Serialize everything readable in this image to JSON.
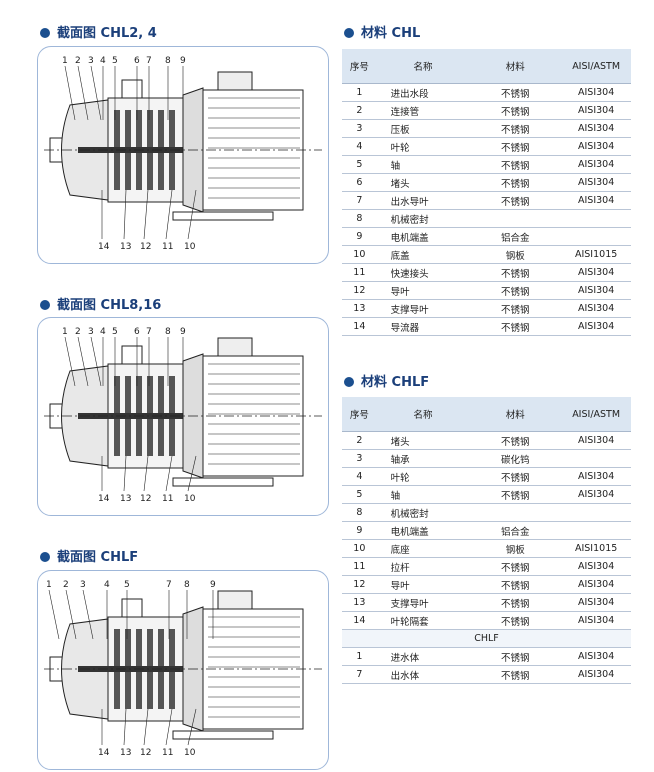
{
  "figures": [
    {
      "title": "截面图 CHL2, 4",
      "callouts": [
        "1",
        "2",
        "3",
        "4",
        "5",
        "6",
        "7",
        "8",
        "9",
        "10",
        "11",
        "12",
        "13",
        "14"
      ]
    },
    {
      "title": "截面图 CHL8,16",
      "callouts": [
        "1",
        "2",
        "3",
        "4",
        "5",
        "6",
        "7",
        "8",
        "9",
        "10",
        "11",
        "12",
        "13",
        "14"
      ]
    },
    {
      "title": "截面图 CHLF",
      "callouts": [
        "1",
        "2",
        "3",
        "4",
        "5",
        "7",
        "8",
        "9",
        "10",
        "11",
        "12",
        "13",
        "14"
      ]
    }
  ],
  "tables": {
    "chl": {
      "title": "材料 CHL",
      "headers": [
        "序号",
        "名称",
        "材料",
        "AISI/ASTM"
      ],
      "rows": [
        [
          "1",
          "进出水段",
          "不锈钢",
          "AISI304"
        ],
        [
          "2",
          "连接管",
          "不锈钢",
          "AISI304"
        ],
        [
          "3",
          "压板",
          "不锈钢",
          "AISI304"
        ],
        [
          "4",
          "叶轮",
          "不锈钢",
          "AISI304"
        ],
        [
          "5",
          "轴",
          "不锈钢",
          "AISI304"
        ],
        [
          "6",
          "堵头",
          "不锈钢",
          "AISI304"
        ],
        [
          "7",
          "出水导叶",
          "不锈钢",
          "AISI304"
        ],
        [
          "8",
          "机械密封",
          "",
          ""
        ],
        [
          "9",
          "电机端盖",
          "铝合金",
          ""
        ],
        [
          "10",
          "底盖",
          "钢板",
          "AISI1015"
        ],
        [
          "11",
          "快速接头",
          "不锈钢",
          "AISI304"
        ],
        [
          "12",
          "导叶",
          "不锈钢",
          "AISI304"
        ],
        [
          "13",
          "支撑导叶",
          "不锈钢",
          "AISI304"
        ],
        [
          "14",
          "导流器",
          "不锈钢",
          "AISI304"
        ]
      ]
    },
    "chlf": {
      "title": "材料 CHLF",
      "headers": [
        "序号",
        "名称",
        "材料",
        "AISI/ASTM"
      ],
      "rows": [
        [
          "2",
          "堵头",
          "不锈钢",
          "AISI304"
        ],
        [
          "3",
          "轴承",
          "碳化钨",
          ""
        ],
        [
          "4",
          "叶轮",
          "不锈钢",
          "AISI304"
        ],
        [
          "5",
          "轴",
          "不锈钢",
          "AISI304"
        ],
        [
          "8",
          "机械密封",
          "",
          ""
        ],
        [
          "9",
          "电机端盖",
          "铝合金",
          ""
        ],
        [
          "10",
          "底座",
          "钢板",
          "AISI1015"
        ],
        [
          "11",
          "拉杆",
          "不锈钢",
          "AISI304"
        ],
        [
          "12",
          "导叶",
          "不锈钢",
          "AISI304"
        ],
        [
          "13",
          "支撑导叶",
          "不锈钢",
          "AISI304"
        ],
        [
          "14",
          "叶轮隔套",
          "不锈钢",
          "AISI304"
        ]
      ],
      "subheader": "CHLF",
      "subrows": [
        [
          "1",
          "进水体",
          "不锈钢",
          "AISI304"
        ],
        [
          "7",
          "出水体",
          "不锈钢",
          "AISI304"
        ]
      ]
    }
  }
}
